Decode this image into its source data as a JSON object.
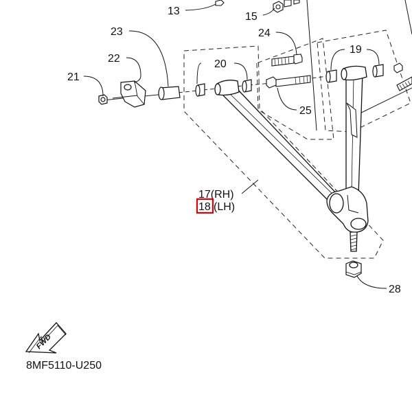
{
  "diagram": {
    "diagram_code": "8MF5110-U250",
    "fwd_label": "FWD",
    "callouts": {
      "c13": "13",
      "c15": "15",
      "c19": "19",
      "c20": "20",
      "c21": "21",
      "c22": "22",
      "c23": "23",
      "c24": "24",
      "c25": "25",
      "c28": "28",
      "c17": "17(RH)",
      "c18_num": "18",
      "c18_side": "(LH)"
    },
    "highlight": {
      "target": "18",
      "color": "#e00000"
    }
  }
}
